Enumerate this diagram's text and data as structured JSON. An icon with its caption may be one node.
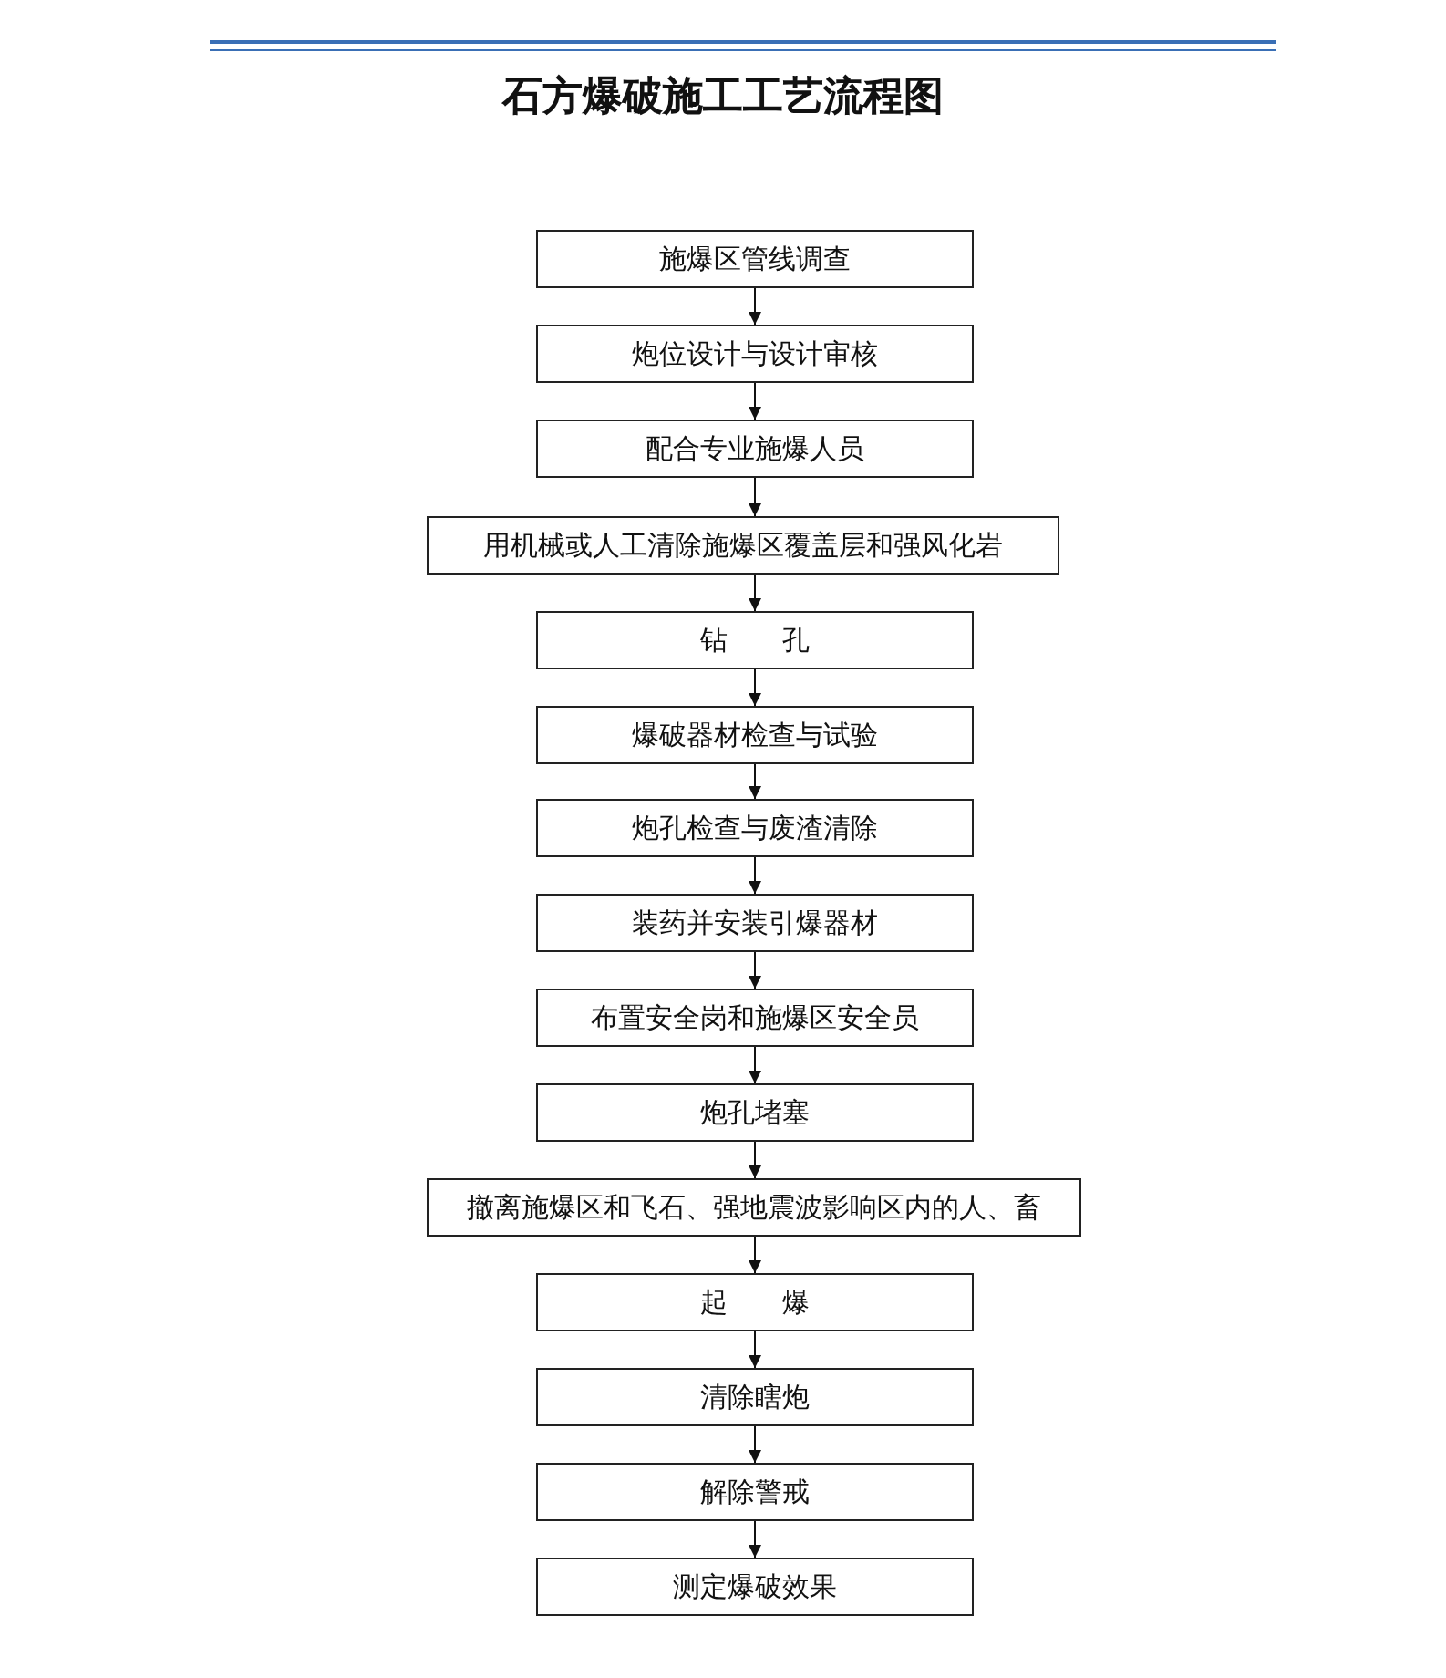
{
  "diagram": {
    "title": "石方爆破施工工艺流程图",
    "nodes": [
      {
        "text": [
          "施爆区管线调查"
        ]
      },
      {
        "text": [
          "炮位设计与设计审核"
        ]
      },
      {
        "text": [
          "配合专业施爆人员"
        ]
      },
      {
        "text": [
          "用机械或人工清除施爆区覆盖层和强风化岩"
        ]
      },
      {
        "text": [
          "钻　　孔"
        ]
      },
      {
        "text": [
          "爆破器材检查与试验"
        ]
      },
      {
        "text": [
          "炮孔检查与废渣清除"
        ]
      },
      {
        "text": [
          "装药并安装引爆器材"
        ]
      },
      {
        "text": [
          "布置安全岗和施爆区安全员"
        ]
      },
      {
        "text": [
          "炮孔堵塞"
        ]
      },
      {
        "text": [
          "撤离施爆区和飞石、强地震波影响区内的人、畜"
        ]
      },
      {
        "text": [
          "起　　爆"
        ]
      },
      {
        "text": [
          "清除瞎炮"
        ]
      },
      {
        "text": [
          "解除警戒"
        ]
      },
      {
        "text": [
          "测定爆破效果"
        ]
      }
    ],
    "edges": [
      {
        "from": 0,
        "to": 1,
        "arrow": "to"
      },
      {
        "from": 1,
        "to": 2,
        "arrow": "to"
      },
      {
        "from": 2,
        "to": 3,
        "arrow": "to"
      },
      {
        "from": 3,
        "to": 4,
        "arrow": "to"
      },
      {
        "from": 4,
        "to": 5,
        "arrow": "to"
      },
      {
        "from": 5,
        "to": 6,
        "arrow": "to"
      },
      {
        "from": 6,
        "to": 7,
        "arrow": "to"
      },
      {
        "from": 7,
        "to": 8,
        "arrow": "to"
      },
      {
        "from": 8,
        "to": 9,
        "arrow": "to"
      },
      {
        "from": 9,
        "to": 10,
        "arrow": "to"
      },
      {
        "from": 10,
        "to": 11,
        "arrow": "to"
      },
      {
        "from": 11,
        "to": 12,
        "arrow": "to"
      },
      {
        "from": 12,
        "to": 13,
        "arrow": "to"
      },
      {
        "from": 13,
        "to": 14,
        "arrow": "to"
      }
    ]
  }
}
